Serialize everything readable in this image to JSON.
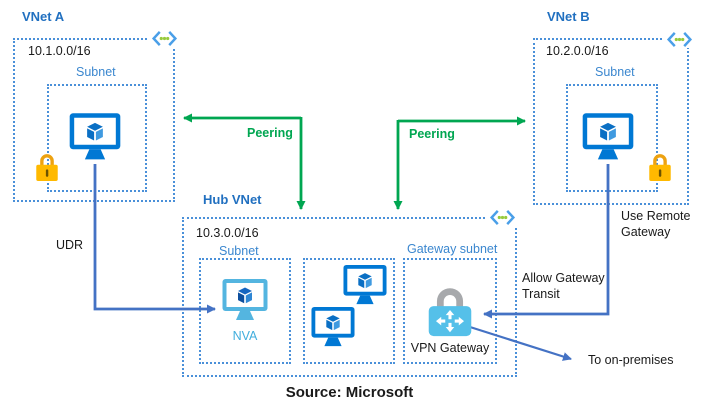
{
  "vnet_a": {
    "title": "VNet A",
    "cidr": "10.1.0.0/16",
    "subnet_label": "Subnet"
  },
  "vnet_b": {
    "title": "VNet B",
    "cidr": "10.2.0.0/16",
    "subnet_label": "Subnet"
  },
  "hub": {
    "title": "Hub VNet",
    "cidr": "10.3.0.0/16",
    "subnet_label": "Subnet",
    "gateway_subnet_label": "Gateway subnet",
    "nva_label": "NVA",
    "vpn_gateway_label": "VPN Gateway"
  },
  "labels": {
    "peering_left": "Peering",
    "peering_right": "Peering",
    "udr": "UDR",
    "use_remote_gateway": "Use Remote Gateway",
    "allow_gateway_transit": "Allow Gateway Transit",
    "to_on_premises": "To on-premises",
    "source": "Source: Microsoft"
  },
  "colors": {
    "vnet_border": "#4a90d9",
    "title_blue": "#2170c0",
    "subnet_label_blue": "#3b87cf",
    "vm_blue": "#0078d4",
    "nva_light_blue": "#54b5e0",
    "vpn_body_blue": "#55c0e9",
    "vpn_shackle_gray": "#a7a9ac",
    "lock_gold": "#ffb900",
    "lock_shackle": "#eda211",
    "peering_green": "#00a651",
    "arrow_blue": "#4472c4",
    "peer_dot_green": "#97ca3d",
    "text_black": "#1a1a1a"
  }
}
